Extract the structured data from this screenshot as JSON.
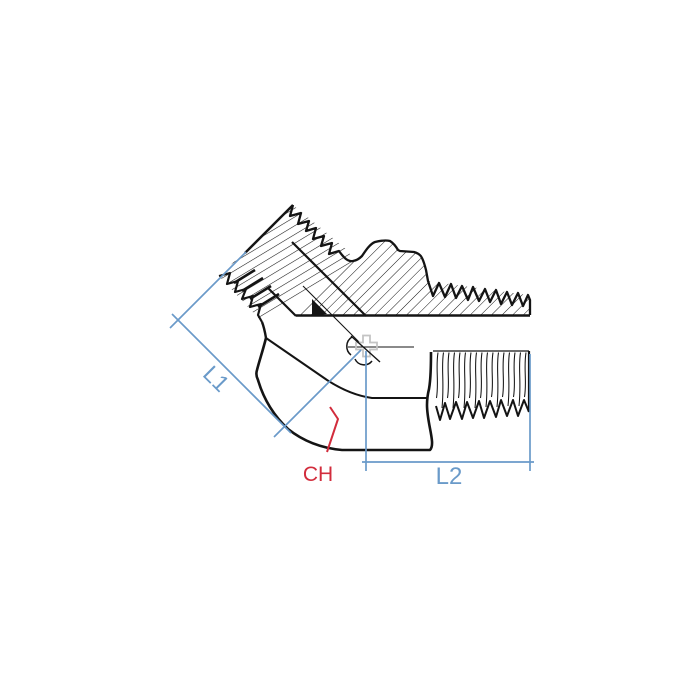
{
  "drawing": {
    "type": "technical-line-drawing",
    "subject": "45-degree threaded elbow fitting, half-section view",
    "labels": {
      "l1": "L1",
      "l2": "L2",
      "ch": "CH"
    }
  },
  "colors": {
    "dimension_blue": "#6a9ac9",
    "callout_red": "#d22c3c",
    "line_black": "#141414",
    "center_mark_gray": "#c4c4c4"
  }
}
